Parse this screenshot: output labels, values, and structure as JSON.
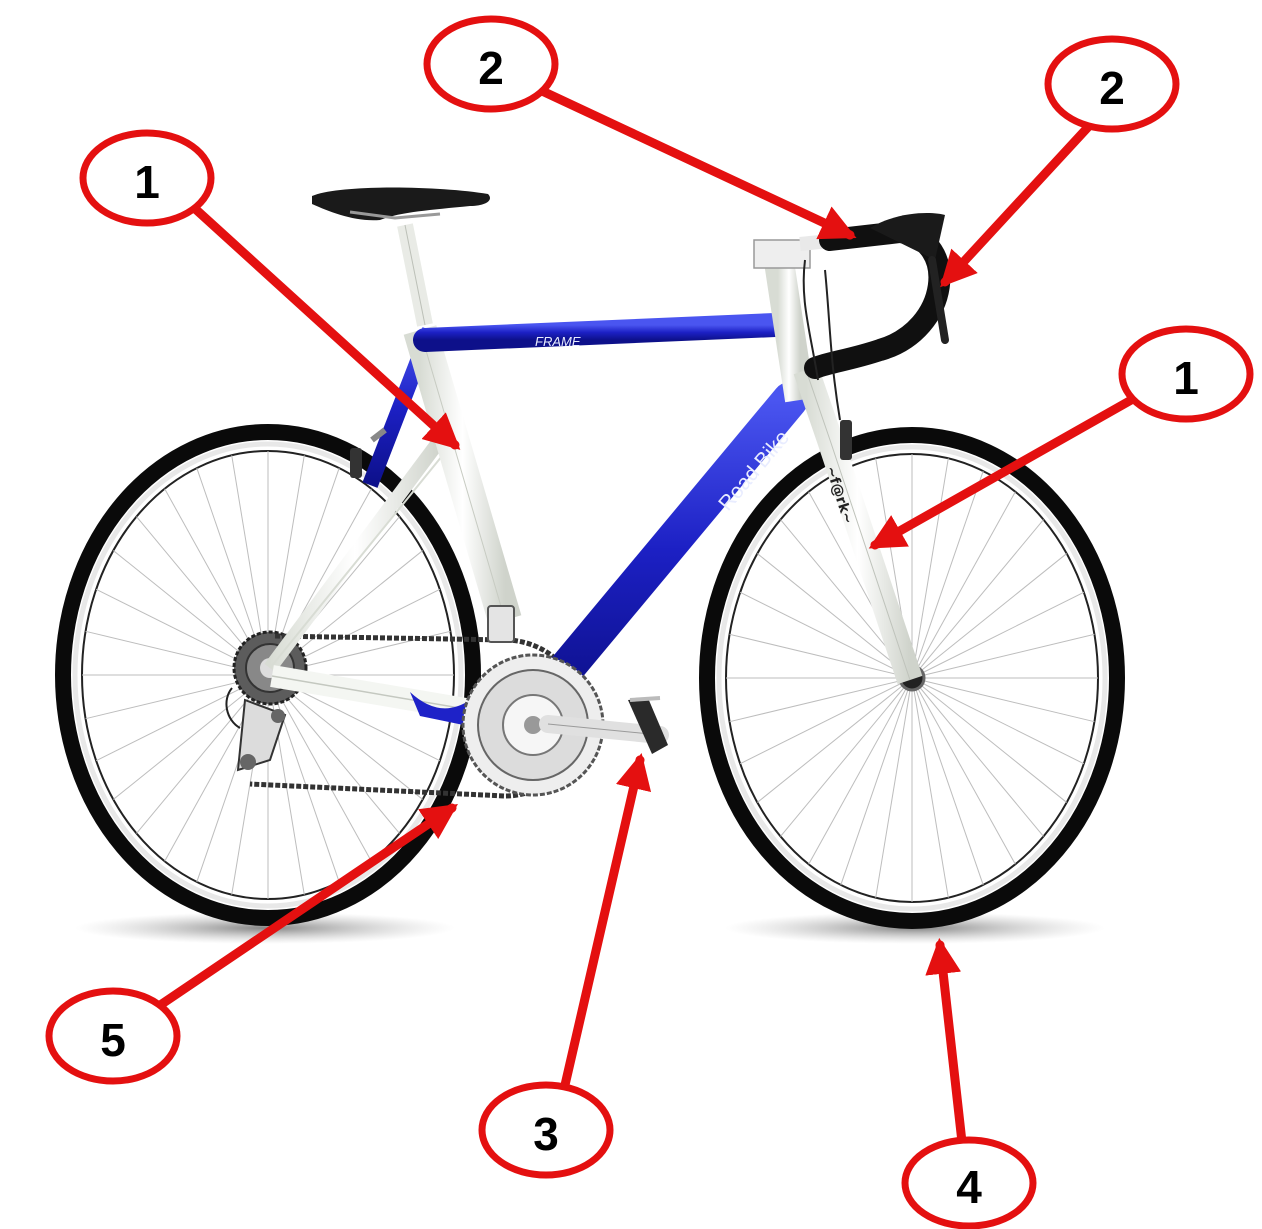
{
  "bike": {
    "frame_label": "FRAME",
    "downtube_label": "Road Bike",
    "fork_label": "~f@rk~"
  },
  "callouts": [
    {
      "id": "frame-callout",
      "label": "1"
    },
    {
      "id": "handlebar-callout-left",
      "label": "2"
    },
    {
      "id": "handlebar-callout-right",
      "label": "2"
    },
    {
      "id": "fork-callout",
      "label": "1"
    },
    {
      "id": "pedal-callout",
      "label": "3"
    },
    {
      "id": "tire-callout",
      "label": "4"
    },
    {
      "id": "chain-callout",
      "label": "5"
    }
  ],
  "colors": {
    "frame_blue": "#1e22c8",
    "callout_red": "#e41010",
    "tire_black": "#0a0a0a",
    "frame_white": "#f4f6f2"
  }
}
